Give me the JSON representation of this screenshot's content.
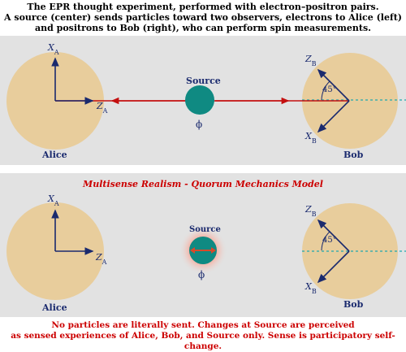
{
  "header": {
    "line1": "The EPR thought experiment, performed with electron–positron pairs.",
    "line2": "A source (center) sends particles toward two observers, electrons to Alice (left)",
    "line3": "and positrons to Bob (right), who can perform spin measurements."
  },
  "top_panel": {
    "source_label": "Source",
    "phi": "ϕ",
    "alice_label": "Alice",
    "bob_label": "Bob",
    "angle_label": "45°",
    "x_axis": "X",
    "z_axis": "Z",
    "a_sub": "A",
    "b_sub": "B"
  },
  "bottom_panel": {
    "title": "Multisense Realism - Quorum Mechanics Model",
    "source_label": "Source",
    "phi": "ϕ",
    "alice_label": "Alice",
    "bob_label": "Bob",
    "angle_label": "45°",
    "x_axis": "X",
    "z_axis": "Z",
    "a_sub": "A",
    "b_sub": "B"
  },
  "footer": {
    "line1": "No particles are literally sent. Changes at Source are perceived",
    "line2": "as sensed experiences of Alice, Bob, and Source only. Sense is participatory self-change."
  },
  "colors": {
    "panel_bg": "#e2e2e2",
    "circle_fill": "#e8cd9c",
    "axis_color": "#1a2a6e",
    "source_color": "#0f8a82",
    "beam_color": "#c41010",
    "dashed_color": "#1fa9b0",
    "title_red": "#cc0000"
  }
}
